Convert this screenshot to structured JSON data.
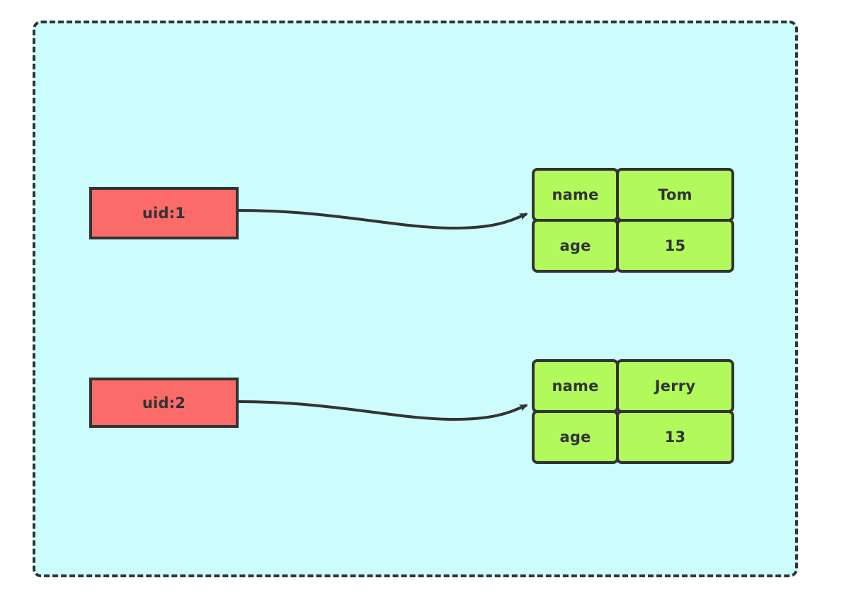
{
  "diagram": {
    "title": "",
    "container": {
      "name": "cluster",
      "style": "dashed",
      "background_color": "#CCFCFC",
      "border_color": "#333333"
    },
    "colors": {
      "key_node_fill": "#FB6B69",
      "record_fill": "#B2FA5C",
      "stroke": "#333333",
      "background": "#CCFCFC"
    },
    "nodes": [
      {
        "id": "uid1",
        "label": "uid:1",
        "type": "key",
        "fields": [
          {
            "key": "name",
            "value": "Tom"
          },
          {
            "key": "age",
            "value": "15"
          }
        ]
      },
      {
        "id": "uid2",
        "label": "uid:2",
        "type": "key",
        "fields": [
          {
            "key": "name",
            "value": "Jerry"
          },
          {
            "key": "age",
            "value": "13"
          }
        ]
      }
    ],
    "edges": [
      {
        "from": "uid1",
        "to": "record1",
        "label": "",
        "arrow": "single"
      },
      {
        "from": "uid2",
        "to": "record2",
        "label": "",
        "arrow": "single"
      }
    ]
  }
}
